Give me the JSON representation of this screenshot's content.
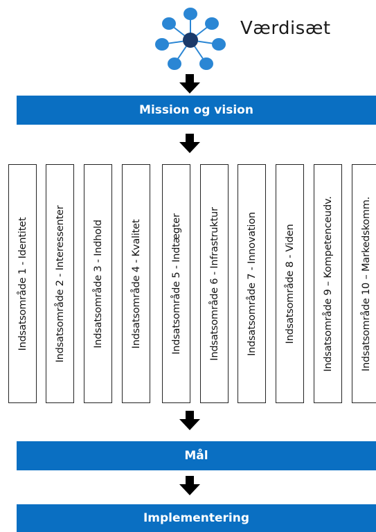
{
  "header": {
    "title": "Værdisæt",
    "icon": "network-hub-icon",
    "icon_colors": {
      "hub": "#1a3a6b",
      "nodes": "#2a86d4"
    }
  },
  "bands": {
    "mission": "Mission og vision",
    "maal": "Mål",
    "implementering": "Implementering"
  },
  "focus_areas": [
    "Indsatsområde 1 - Identitet",
    "Indsatsområde 2 - Interessenter",
    "Indsatsområde 3 - Indhold",
    "Indsatsområde 4 - Kvalitet",
    "Indsatsområde 5 - Indtægter",
    "Indsatsområde 6 - Infrastruktur",
    "Indsatsområde 7 - Innovation",
    "Indsatsområde 8 - Viden",
    "Indsatsområde 9 – Kompetenceudv.",
    "Indsatsområde 10 – Markedskomm."
  ],
  "colors": {
    "band": "#0a6fc2",
    "arrow": "#000000"
  }
}
